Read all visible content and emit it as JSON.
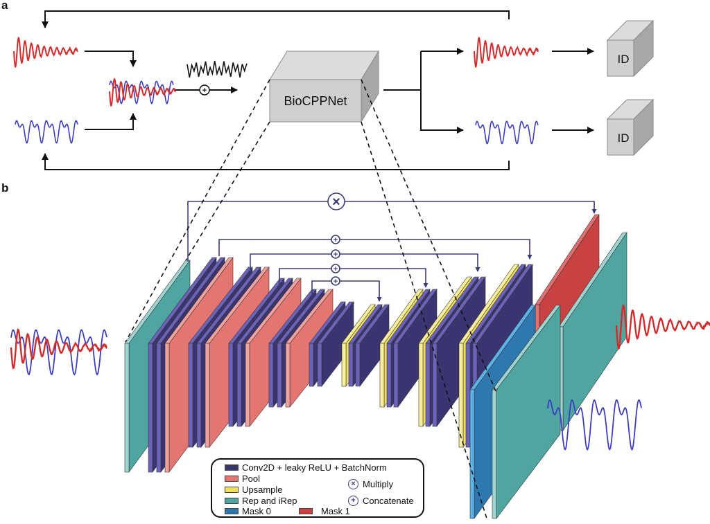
{
  "panels": {
    "a": {
      "label": "a"
    },
    "b": {
      "label": "b"
    }
  },
  "panel_a": {
    "network_box": "BioCPPNet",
    "id_boxes": [
      "ID",
      "ID"
    ],
    "signals": {
      "source_1": {
        "color": "#d62a2a",
        "kind": "decaying"
      },
      "source_2": {
        "color": "#3b3cc6",
        "kind": "periodic"
      },
      "noise": {
        "color": "#111111",
        "kind": "noise"
      },
      "mixture": {
        "colors": [
          "#d62a2a",
          "#3b3cc6"
        ]
      }
    },
    "operators": {
      "add": "+"
    }
  },
  "panel_b": {
    "multiply_symbol": "×",
    "concat_symbol": "+",
    "layer_colors": {
      "conv": "#3a3470",
      "conv_edge": "#6b63b8",
      "pool": "#e47570",
      "pool_edge": "#f0a29e",
      "upsample": "#f0df5a",
      "upsample_edge": "#f8ee9c",
      "rep": "#4fa5a0",
      "rep_edge": "#9fd4d0",
      "mask0": "#2e78b0",
      "mask0_edge": "#5cb4ea",
      "mask1": "#c84242",
      "mask1_edge": "#e07070"
    },
    "skip_line_color": "#3b3a7a"
  },
  "legend": {
    "items": [
      {
        "label": "Conv2D + leaky ReLU + BatchNorm",
        "color": "#3a3470"
      },
      {
        "label": "Pool",
        "color": "#e47570"
      },
      {
        "label": "Upsample",
        "color": "#f0df5a"
      },
      {
        "label": "Rep and iRep",
        "color": "#4fa5a0"
      },
      {
        "label": "Mask 0",
        "color": "#2e78b0"
      },
      {
        "label": "Mask 1",
        "color": "#c84242"
      }
    ],
    "ops": [
      {
        "symbol": "⊗",
        "label": "Multiply"
      },
      {
        "symbol": "⊕",
        "label": "Concatenate"
      }
    ]
  }
}
